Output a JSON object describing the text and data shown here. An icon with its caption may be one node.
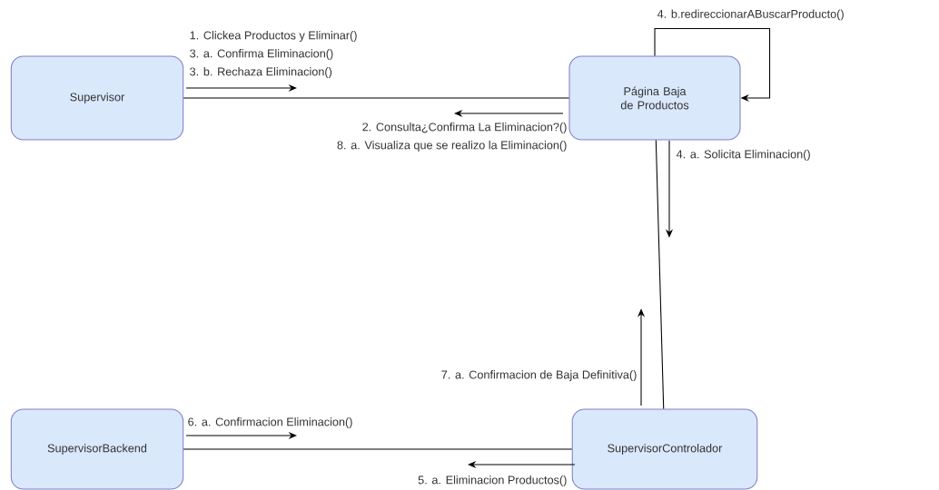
{
  "diagram": {
    "nodes": [
      {
        "text": [
          "Supervisor"
        ]
      },
      {
        "text": [
          "Página Baja de Productos"
        ]
      },
      {
        "text": [
          "SupervisorBackend"
        ]
      },
      {
        "text": [
          "SupervisorControlador"
        ]
      }
    ],
    "edges": [
      {
        "from": 0,
        "to": 1,
        "arrow": "none"
      },
      {
        "from": 1,
        "to": 3,
        "arrow": "none"
      },
      {
        "from": 2,
        "to": 3,
        "arrow": "none"
      },
      {
        "from": 1,
        "to": 1,
        "arrow": "to",
        "label": "4. b.redireccionarABuscarProducto()"
      }
    ],
    "labels": [
      "1. Clickea Productos y Eliminar()",
      "3. a. Confirma Eliminacion()",
      "3. b. Rechaza Eliminacion()",
      "2. Consulta¿Confirma La Eliminacion?()",
      "8. a. Visualiza que se realizo la Eliminacion()",
      "4. a. Solicita Eliminacion()",
      "7. a. Confirmacion de Baja Definitiva()",
      "6. a. Confirmacion Eliminacion()",
      "5. a. Eliminacion Productos()"
    ]
  }
}
